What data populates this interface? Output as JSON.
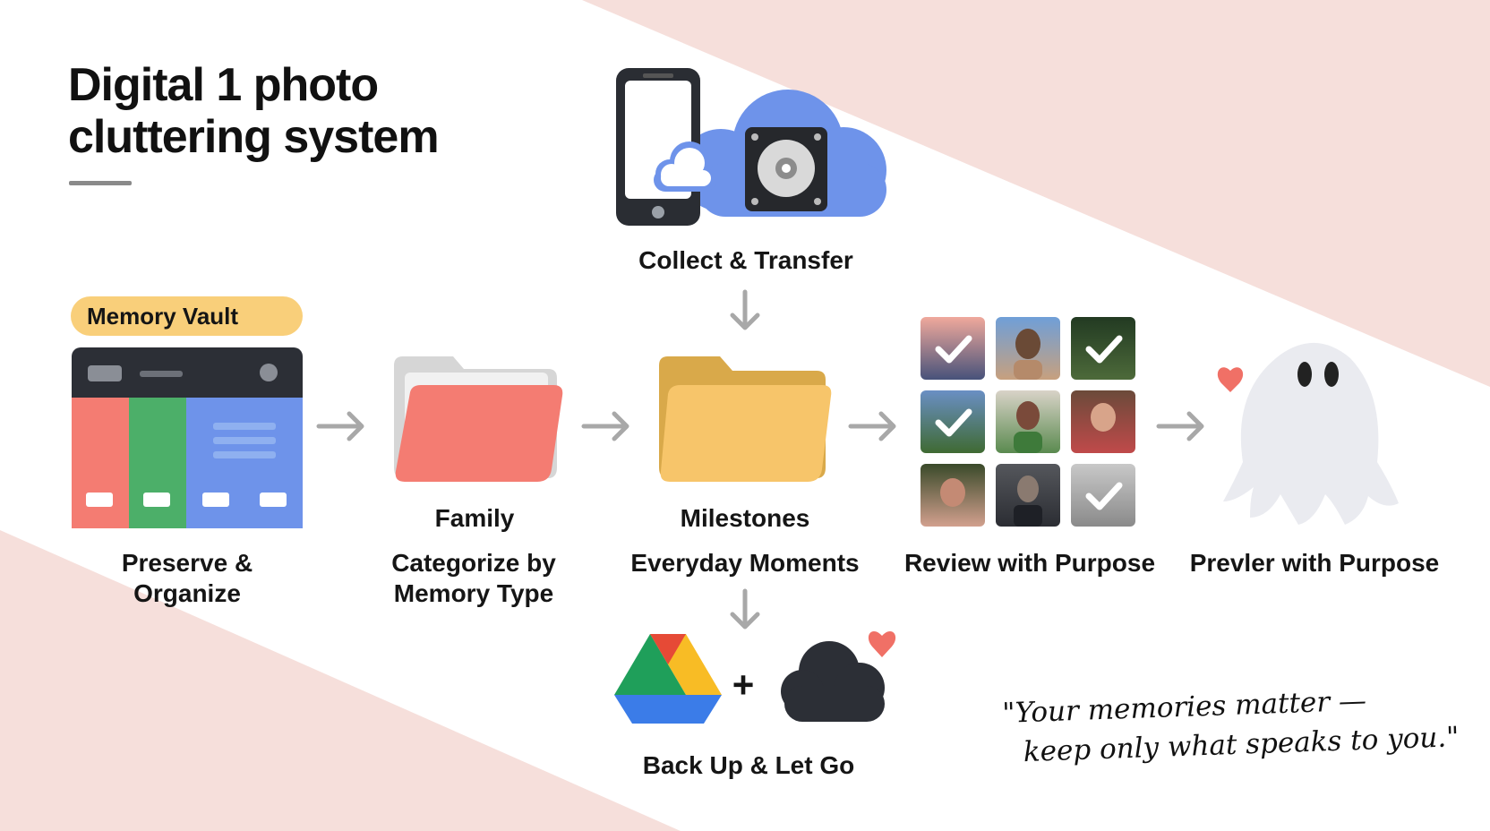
{
  "title": {
    "line1": "Digital 1 photo",
    "line2": "cluttering system"
  },
  "badge": "Memory Vault",
  "steps": {
    "collect": "Collect & Transfer",
    "preserve_line1": "Preserve &",
    "preserve_line2": "Organize",
    "family": "Family",
    "categorize_line1": "Categorize by",
    "categorize_line2": "Memory Type",
    "milestones": "Milestones",
    "everyday": "Everyday Moments",
    "review": "Review with Purpose",
    "prevler": "Prevler with Purpose",
    "backup": "Back Up & Let Go"
  },
  "backup_plus": "+",
  "quote": {
    "line1": "\"Your memories matter —",
    "line2": "keep only what speaks to you.\""
  },
  "colors": {
    "accent_yellow": "#f9cf7a",
    "pink_bg": "#f5dcd8",
    "red": "#f47c72",
    "green": "#4caf69",
    "blue": "#6e93ea",
    "folder_yellow": "#f7c56a"
  },
  "icons": [
    "phone-icon",
    "cloud-icon",
    "hard-drive-icon",
    "vault-icon",
    "red-folder-icon",
    "yellow-folder-icon",
    "photo-grid-icon",
    "check-icon",
    "ghost-icon",
    "heart-icon",
    "google-drive-icon",
    "dark-cloud-icon",
    "arrow-right-icon",
    "arrow-down-icon"
  ]
}
